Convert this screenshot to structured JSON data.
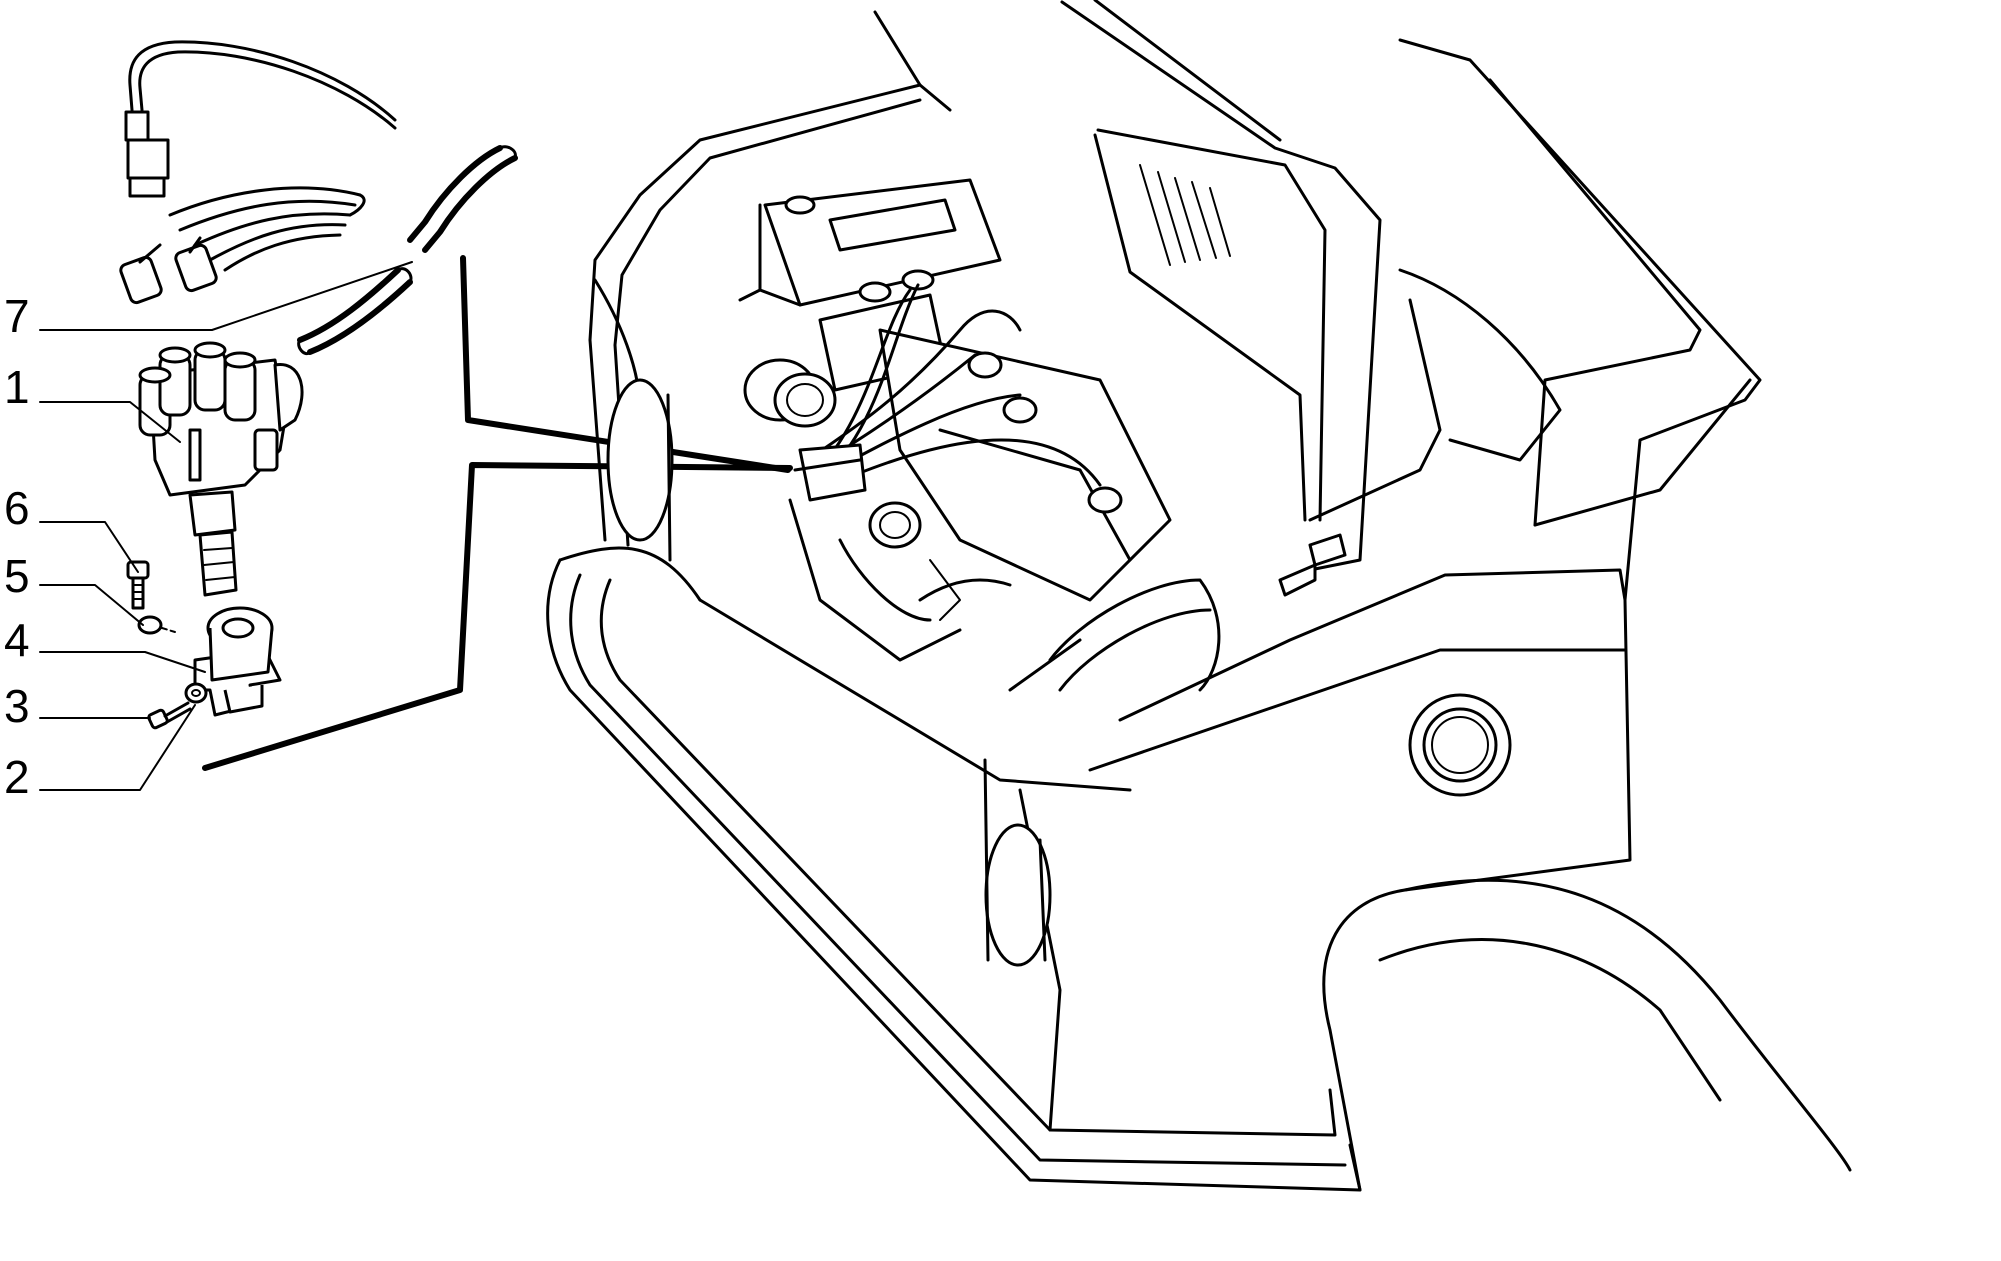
{
  "diagram": {
    "callouts": [
      {
        "id": "7",
        "label": "7"
      },
      {
        "id": "1",
        "label": "1"
      },
      {
        "id": "6",
        "label": "6"
      },
      {
        "id": "5",
        "label": "5"
      },
      {
        "id": "4",
        "label": "4"
      },
      {
        "id": "3",
        "label": "3"
      },
      {
        "id": "2",
        "label": "2"
      }
    ]
  }
}
